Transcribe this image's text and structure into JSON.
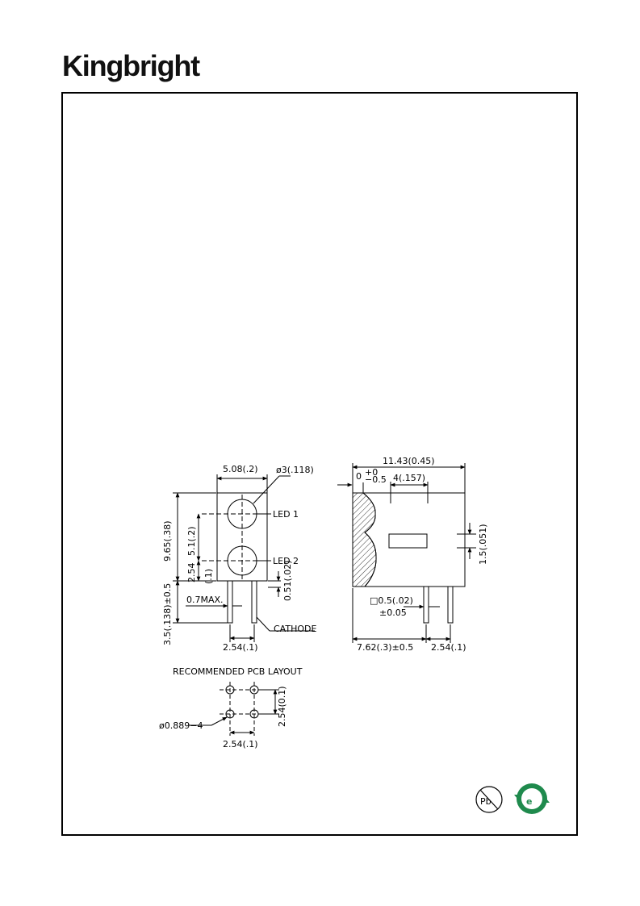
{
  "brand": {
    "logo_text": "Kingbright"
  },
  "front_view": {
    "width_dim": "5.08(.2)",
    "diameter_dim": "ø3(.118)",
    "led1_label": "LED 1",
    "led2_label": "LED 2",
    "height_dim": "9.65(.38)",
    "pitch_dim": "5.1(.2)",
    "lower_dim_a": "2.54",
    "lower_dim_b": "(.1)",
    "lead_dim": "0.51(.02)",
    "lead_width_dim": "0.7MAX.",
    "lead_length_dim": "3.5(.138)±0.5",
    "cathode_label": "CATHODE",
    "lead_pitch_dim": "2.54(.1)"
  },
  "side_view": {
    "overall_dim": "11.43(0.45)",
    "tol_top": "+0",
    "tol_zero": "0",
    "tol_bottom": "−0.5",
    "window_dim": "4(.157)",
    "slot_dim": "1.5(.051)",
    "pin_dim": "□0.5(.02)",
    "pin_tol": "±0.05",
    "depth_dim": "7.62(.3)±0.5",
    "pin_pitch_dim": "2.54(.1)"
  },
  "pcb_layout": {
    "title": "RECOMMENDED PCB LAYOUT",
    "vertical_dim": "2.54(0.1)",
    "hole_dim": "ø0.889−4",
    "horizontal_dim": "2.54(.1)"
  },
  "badges": {
    "pb_free_icon": "pb-free-icon",
    "rohs_icon": "rohs-e-icon",
    "pb_text": "Pb",
    "rohs_text": "e"
  }
}
